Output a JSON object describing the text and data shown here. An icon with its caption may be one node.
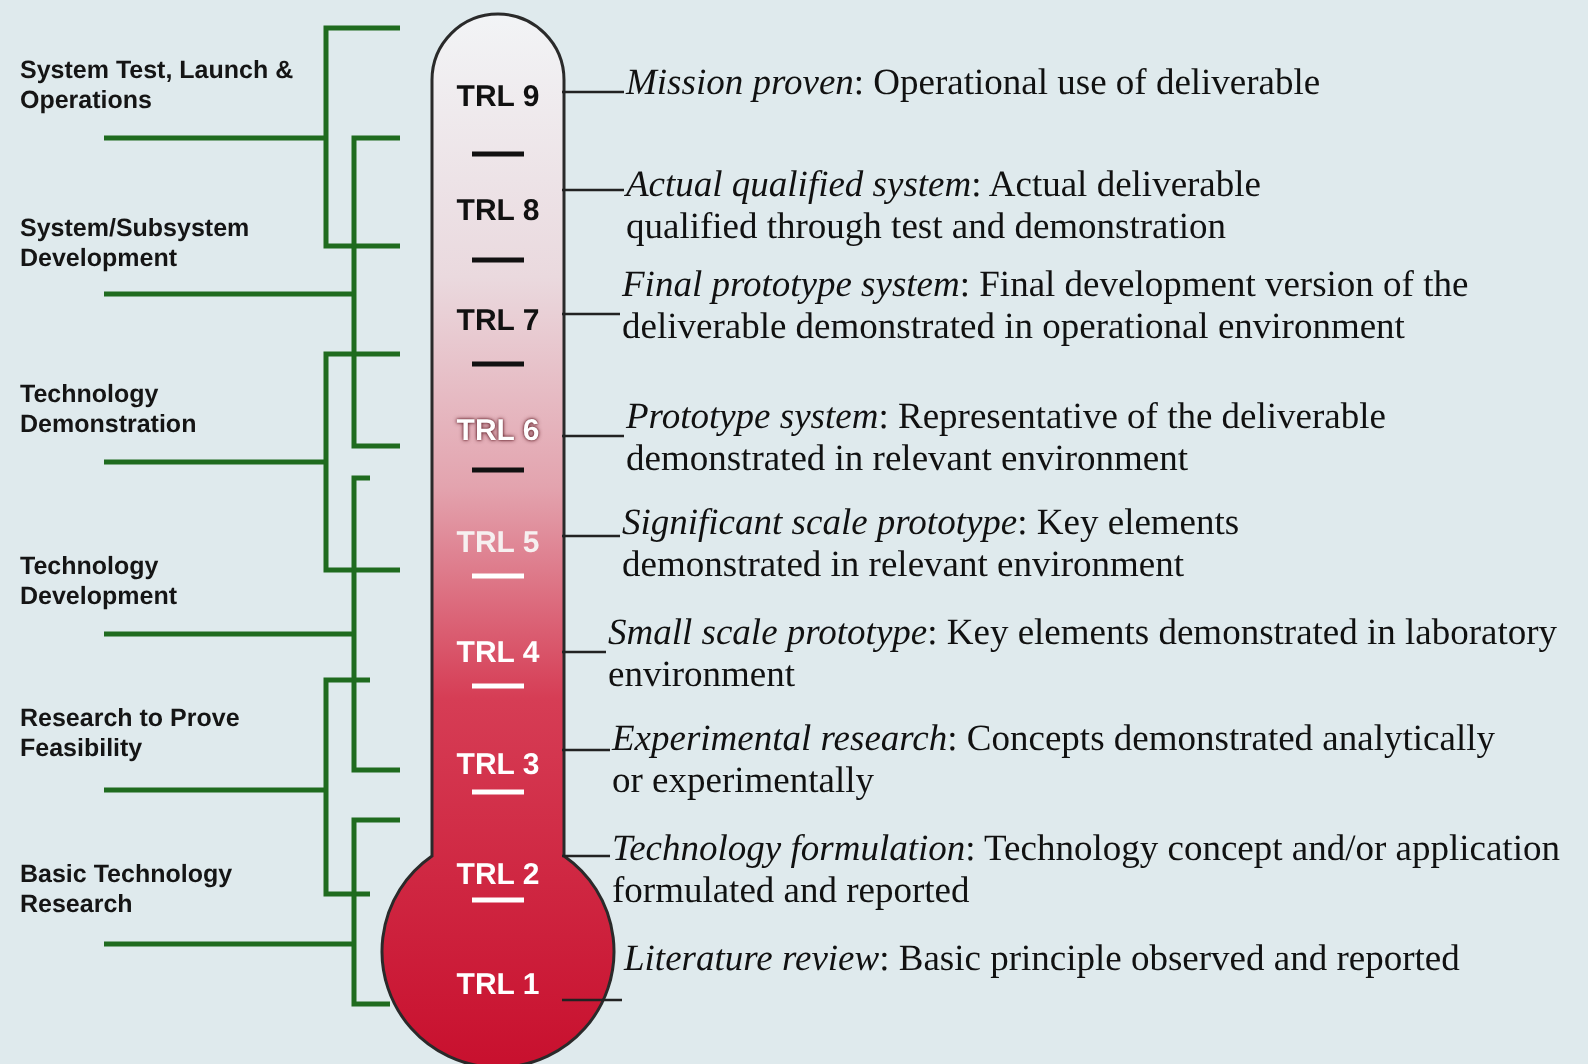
{
  "diagram": {
    "nodes": [
      {
        "text": [
          "TRL 9"
        ]
      },
      {
        "text": [
          "TRL 8"
        ]
      },
      {
        "text": [
          "TRL 7"
        ]
      },
      {
        "text": [
          "TRL 6"
        ]
      },
      {
        "text": [
          "TRL 5"
        ]
      },
      {
        "text": [
          "TRL 4"
        ]
      },
      {
        "text": [
          "TRL 3"
        ]
      },
      {
        "text": [
          "TRL 2"
        ]
      },
      {
        "text": [
          "TRL 1"
        ]
      },
      {
        "text": [
          "*Mission proven*: Operational use of deliverable"
        ]
      },
      {
        "text": [
          "*Actual qualified system*: Actual deliverable qualified through test and demonstration"
        ]
      },
      {
        "text": [
          "*Final prototype system*: Final development version of the deliverable demonstrated in operational environment"
        ]
      },
      {
        "text": [
          "*Prototype system*: Representative of the deliverable demonstrated in relevant environment"
        ]
      },
      {
        "text": [
          "*Significant scale prototype*: Key elements demonstrated in relevant environment"
        ]
      },
      {
        "text": [
          "*Small scale prototype*: Key elements demonstrated in laboratory environment"
        ]
      },
      {
        "text": [
          "*Experimental research*: Concepts demonstrated analytically or experimentally"
        ]
      },
      {
        "text": [
          "*Technology formulation*: Technology concept and/or application formulated and reported"
        ]
      },
      {
        "text": [
          "*Literature review*: Basic principle observed and reported"
        ]
      }
    ],
    "edges": [
      {
        "from": 0,
        "to": 9,
        "arrow": "none"
      },
      {
        "from": 1,
        "to": 10,
        "arrow": "none"
      },
      {
        "from": 2,
        "to": 11,
        "arrow": "none"
      },
      {
        "from": 3,
        "to": 12,
        "arrow": "none"
      },
      {
        "from": 4,
        "to": 13,
        "arrow": "none"
      },
      {
        "from": 5,
        "to": 14,
        "arrow": "none"
      },
      {
        "from": 6,
        "to": 15,
        "arrow": "none"
      },
      {
        "from": 7,
        "to": 16,
        "arrow": "none"
      },
      {
        "from": 8,
        "to": 17,
        "arrow": "none"
      }
    ],
    "labels": [
      "System Test, Launch & Operations",
      "System/Subsystem Development",
      "Technology Demonstration",
      "Technology Development",
      "Research to Prove Feasibility",
      "Basic Technology Research"
    ]
  }
}
